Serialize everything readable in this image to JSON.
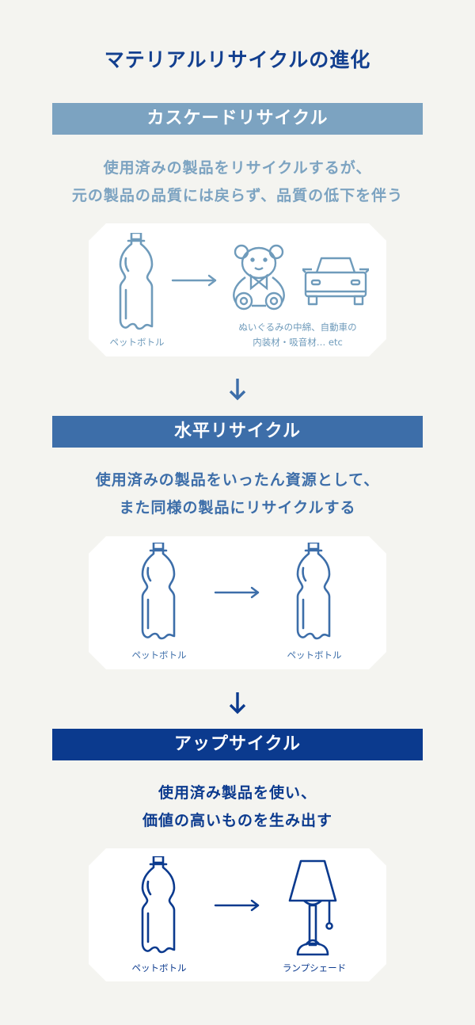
{
  "title": "マテリアルリサイクルの進化",
  "sections": [
    {
      "heading": "カスケードリサイクル",
      "color": "#7ca3c1",
      "lines": [
        "使用済みの製品をリサイクルするが、",
        "元の製品の品質には戻らず、品質の低下を伴う"
      ],
      "from_label": "ペットボトル",
      "to_label_lines": [
        "ぬいぐるみの中綿、自動車の",
        "内装材・吸音材… etc"
      ]
    },
    {
      "heading": "水平リサイクル",
      "color": "#3d6ea9",
      "lines": [
        "使用済みの製品をいったん資源として、",
        "また同様の製品にリサイクルする"
      ],
      "from_label": "ペットボトル",
      "to_label": "ペットボトル"
    },
    {
      "heading": "アップサイクル",
      "color": "#0b3a8e",
      "lines": [
        "使用済み製品を使い、",
        "価値の高いものを生み出す"
      ],
      "from_label": "ペットボトル",
      "to_label": "ランプシェード"
    }
  ]
}
